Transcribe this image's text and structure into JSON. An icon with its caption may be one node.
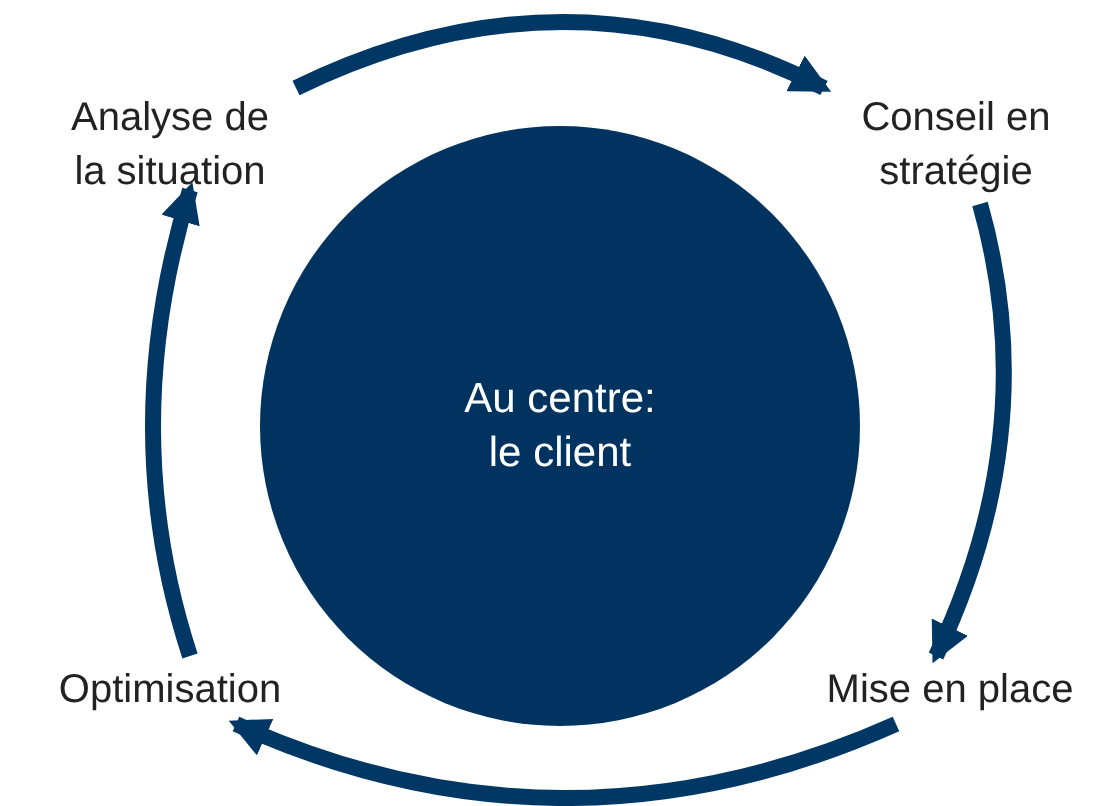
{
  "diagram": {
    "nodes": [
      {
        "text": [
          "Au centre: le client"
        ]
      },
      {
        "text": [
          "Analyse de la situation"
        ]
      },
      {
        "text": [
          "Conseil en stratégie"
        ]
      },
      {
        "text": [
          "Mise en place"
        ]
      },
      {
        "text": [
          "Optimisation"
        ]
      }
    ],
    "edges": [
      {
        "from": 1,
        "to": 2,
        "arrow": "to"
      },
      {
        "from": 2,
        "to": 3,
        "arrow": "to"
      },
      {
        "from": 3,
        "to": 4,
        "arrow": "to"
      },
      {
        "from": 4,
        "to": 1,
        "arrow": "to"
      }
    ]
  }
}
